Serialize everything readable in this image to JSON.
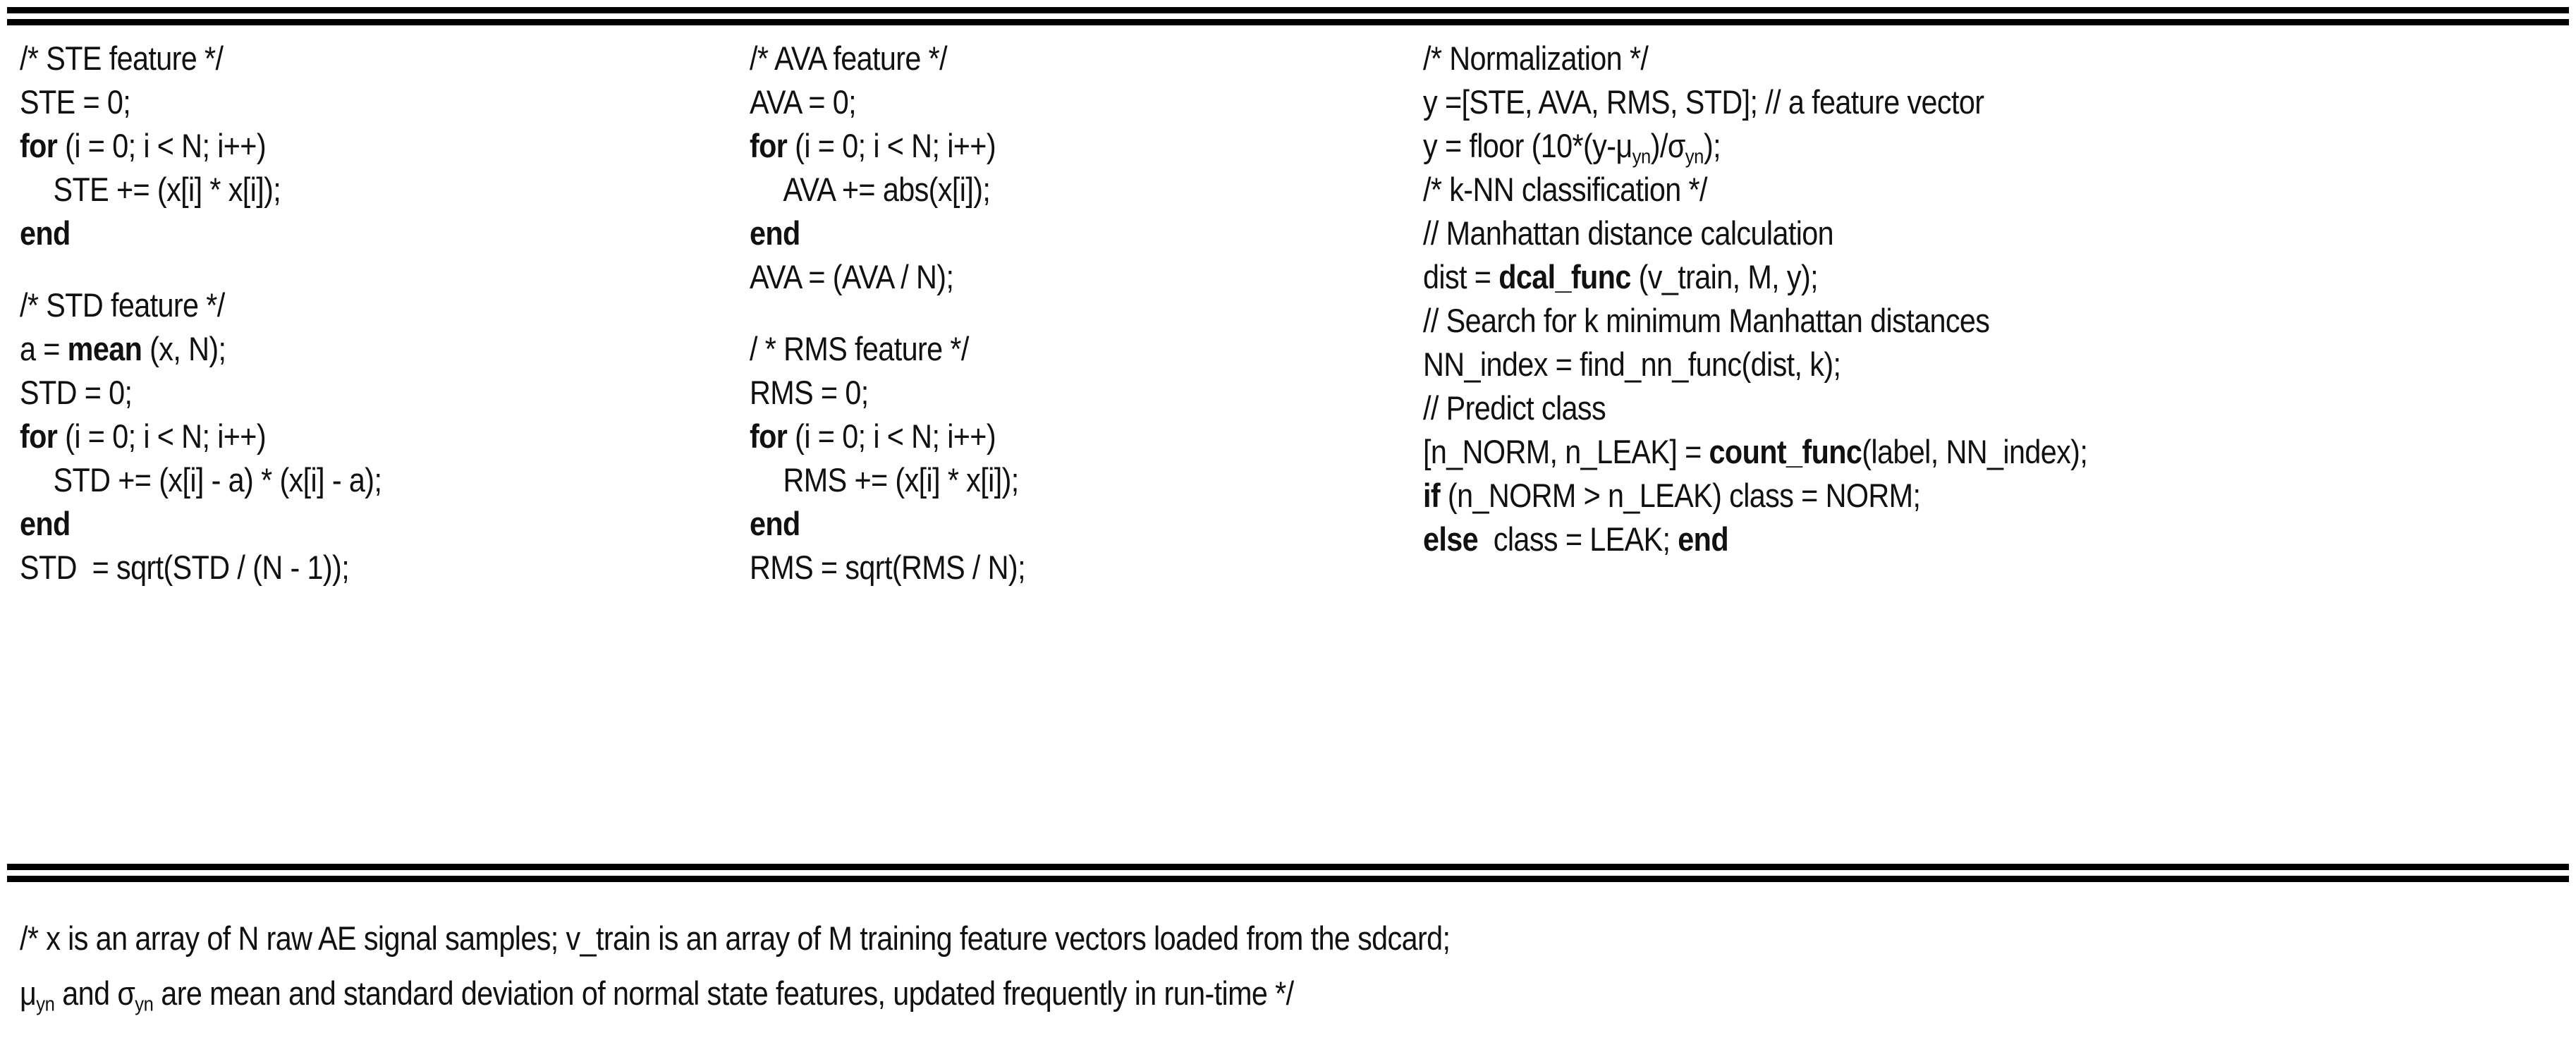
{
  "document": {
    "type": "pseudocode-figure",
    "background_color": "#ffffff",
    "text_color": "#111111"
  },
  "rules": {
    "top_label": "double-rule-top",
    "middle_label": "double-rule-middle"
  },
  "code": {
    "columns": [
      {
        "name": "left-column",
        "blocks": [
          {
            "title": "STE feature",
            "lines": [
              {
                "id": "l1",
                "kind": "comment",
                "text": "/* STE feature */"
              },
              {
                "id": "l2",
                "kind": "stmt",
                "text": "STE = 0;"
              },
              {
                "id": "l3",
                "kind": "keyword-lead",
                "keyword": "for",
                "text": " (i = 0; i < N; i++)"
              },
              {
                "id": "l4",
                "kind": "indent",
                "text": "STE += (x[i] * x[i]);"
              },
              {
                "id": "l5",
                "kind": "keyword",
                "text": "end"
              },
              {
                "id": "l6",
                "kind": "blank",
                "text": ""
              }
            ]
          },
          {
            "title": "STD feature",
            "lines": [
              {
                "id": "l7",
                "kind": "comment",
                "text": "/* STD feature */"
              },
              {
                "id": "l8",
                "kind": "call",
                "prefix": "a = ",
                "fn": "mean",
                "suffix": " (x, N);"
              },
              {
                "id": "l9",
                "kind": "stmt",
                "text": "STD = 0;"
              },
              {
                "id": "l10",
                "kind": "keyword-lead",
                "keyword": "for",
                "text": " (i = 0; i < N; i++)"
              },
              {
                "id": "l11",
                "kind": "indent",
                "text": "STD += (x[i] - a) * (x[i] - a);"
              },
              {
                "id": "l12",
                "kind": "keyword",
                "text": "end"
              },
              {
                "id": "l13",
                "kind": "stmt",
                "text": "STD  = sqrt(STD / (N - 1));"
              }
            ]
          }
        ]
      },
      {
        "name": "middle-column",
        "blocks": [
          {
            "title": "AVA feature",
            "lines": [
              {
                "id": "m1",
                "kind": "comment",
                "text": "/* AVA feature */"
              },
              {
                "id": "m2",
                "kind": "stmt",
                "text": "AVA = 0;"
              },
              {
                "id": "m3",
                "kind": "keyword-lead",
                "keyword": "for",
                "text": " (i = 0; i < N; i++)"
              },
              {
                "id": "m4",
                "kind": "indent",
                "text": "AVA += abs(x[i]);"
              },
              {
                "id": "m5",
                "kind": "keyword",
                "text": "end"
              },
              {
                "id": "m6",
                "kind": "stmt",
                "text": "AVA = (AVA / N);"
              },
              {
                "id": "m7",
                "kind": "blank",
                "text": ""
              }
            ]
          },
          {
            "title": "RMS feature",
            "lines": [
              {
                "id": "m8",
                "kind": "comment",
                "text": "/ * RMS feature */"
              },
              {
                "id": "m9",
                "kind": "stmt",
                "text": "RMS = 0;"
              },
              {
                "id": "m10",
                "kind": "keyword-lead",
                "keyword": "for",
                "text": " (i = 0; i < N; i++)"
              },
              {
                "id": "m11",
                "kind": "indent",
                "text": "RMS += (x[i] * x[i]);"
              },
              {
                "id": "m12",
                "kind": "keyword",
                "text": "end"
              },
              {
                "id": "m13",
                "kind": "stmt",
                "text": "RMS = sqrt(RMS / N);"
              }
            ]
          }
        ]
      },
      {
        "name": "right-column",
        "blocks": [
          {
            "title": "Normalization",
            "lines": [
              {
                "id": "r1",
                "kind": "comment",
                "text": "/* Normalization */"
              },
              {
                "id": "r2",
                "kind": "stmt",
                "text": "y =[STE, AVA, RMS, STD]; // a feature vector"
              },
              {
                "id": "r3",
                "kind": "sub",
                "pre": "y = floor (10*(y-μ",
                "sub1": "yn",
                "mid": ")/σ",
                "sub2": "yn",
                "post": ");"
              }
            ]
          },
          {
            "title": "k-NN classification",
            "lines": [
              {
                "id": "r4",
                "kind": "comment",
                "text": "/* k-NN classification */"
              },
              {
                "id": "r5",
                "kind": "comment",
                "text": "// Manhattan distance calculation"
              },
              {
                "id": "r6",
                "kind": "call",
                "prefix": "dist = ",
                "fn": "dcal_func",
                "suffix": " (v_train, M, y);"
              },
              {
                "id": "r7",
                "kind": "comment",
                "text": "// Search for k minimum Manhattan distances"
              },
              {
                "id": "r8",
                "kind": "stmt",
                "text": "NN_index = find_nn_func(dist, k);"
              },
              {
                "id": "r9",
                "kind": "comment",
                "text": "// Predict class"
              },
              {
                "id": "r10",
                "kind": "call",
                "prefix": "[n_NORM, n_LEAK] = ",
                "fn": "count_func",
                "suffix": "(label, NN_index);"
              },
              {
                "id": "r11",
                "kind": "keyword-lead",
                "keyword": "if",
                "text": " (n_NORM > n_LEAK) class = NORM;"
              },
              {
                "id": "r12",
                "kind": "keyword-else",
                "keyword1": "else",
                "middle": "  class = LEAK; ",
                "keyword2": "end"
              }
            ]
          }
        ]
      }
    ]
  },
  "footer_note": {
    "name": "caption-note",
    "line1": "/* x is an array of N raw AE signal samples; v_train is an array of M training feature vectors loaded from the sdcard;",
    "line2_pre": "μ",
    "line2_sub1": "yn",
    "line2_mid": " and σ",
    "line2_sub2": "yn",
    "line2_post": " are mean and standard deviation of normal state features, updated frequently in run-time */"
  }
}
